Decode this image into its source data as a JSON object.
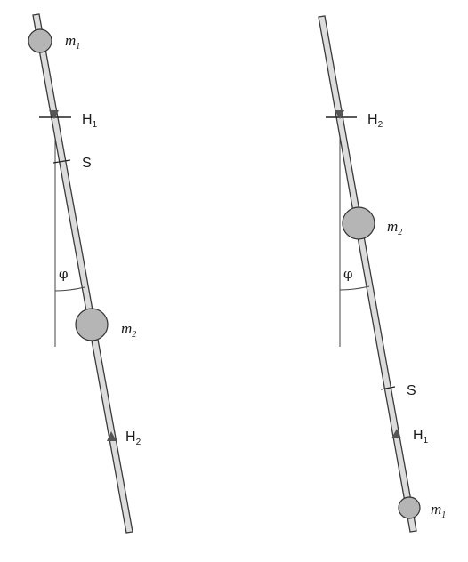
{
  "left": {
    "mass_top": {
      "base": "m",
      "sub": "1"
    },
    "pivot": {
      "base": "H",
      "sub": "1"
    },
    "centre": "S",
    "angle": "φ",
    "mass_bottom": {
      "base": "m",
      "sub": "2"
    },
    "pivot_lower": {
      "base": "H",
      "sub": "2"
    }
  },
  "right": {
    "pivot": {
      "base": "H",
      "sub": "2"
    },
    "mass_top": {
      "base": "m",
      "sub": "2"
    },
    "angle": "φ",
    "centre": "S",
    "pivot_lower": {
      "base": "H",
      "sub": "1"
    },
    "mass_bottom": {
      "base": "m",
      "sub": "1"
    }
  },
  "colors": {
    "rod_fill": "#dcdcdc",
    "rod_stroke": "#3a3a3a",
    "mass_fill": "#b5b5b5",
    "line": "#333333"
  }
}
